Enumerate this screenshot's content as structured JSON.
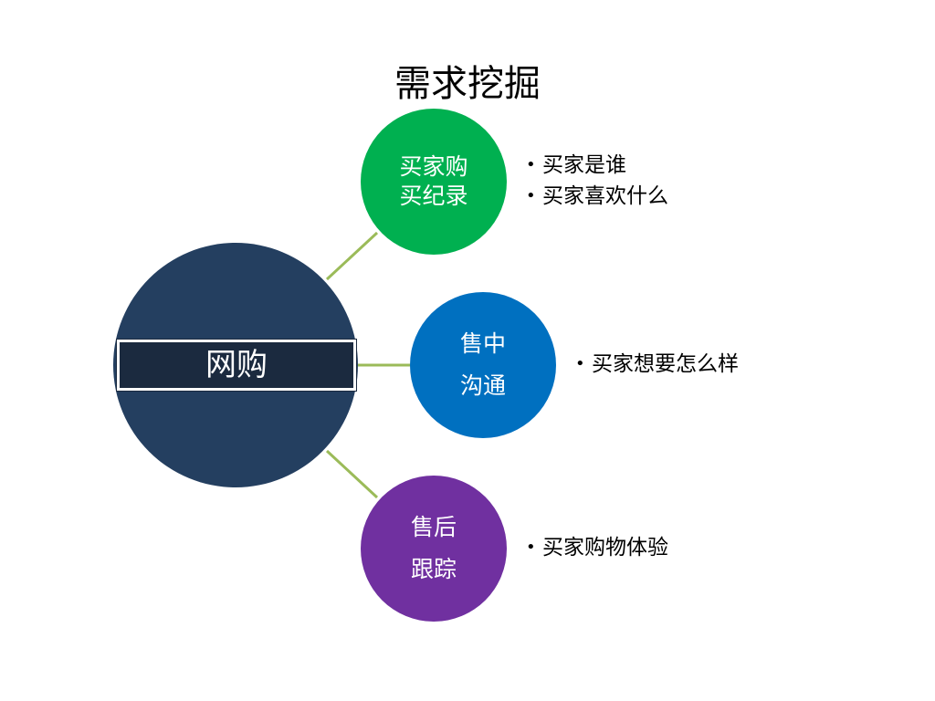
{
  "title": "需求挖掘",
  "hub": {
    "label": "网购"
  },
  "nodes": [
    {
      "lines": [
        "买家购",
        "买纪录"
      ],
      "color": "#00b050",
      "bullets": [
        "买家是谁",
        "买家喜欢什么"
      ]
    },
    {
      "lines": [
        "售中",
        "沟通"
      ],
      "color": "#0070c0",
      "bullets": [
        "买家想要怎么样"
      ]
    },
    {
      "lines": [
        "售后",
        "跟踪"
      ],
      "color": "#7030a0",
      "bullets": [
        "买家购物体验"
      ]
    }
  ],
  "colors": {
    "hub": "#243f60",
    "hub_label_bg": "#1b2a3f",
    "connector": "#9bbb59"
  }
}
